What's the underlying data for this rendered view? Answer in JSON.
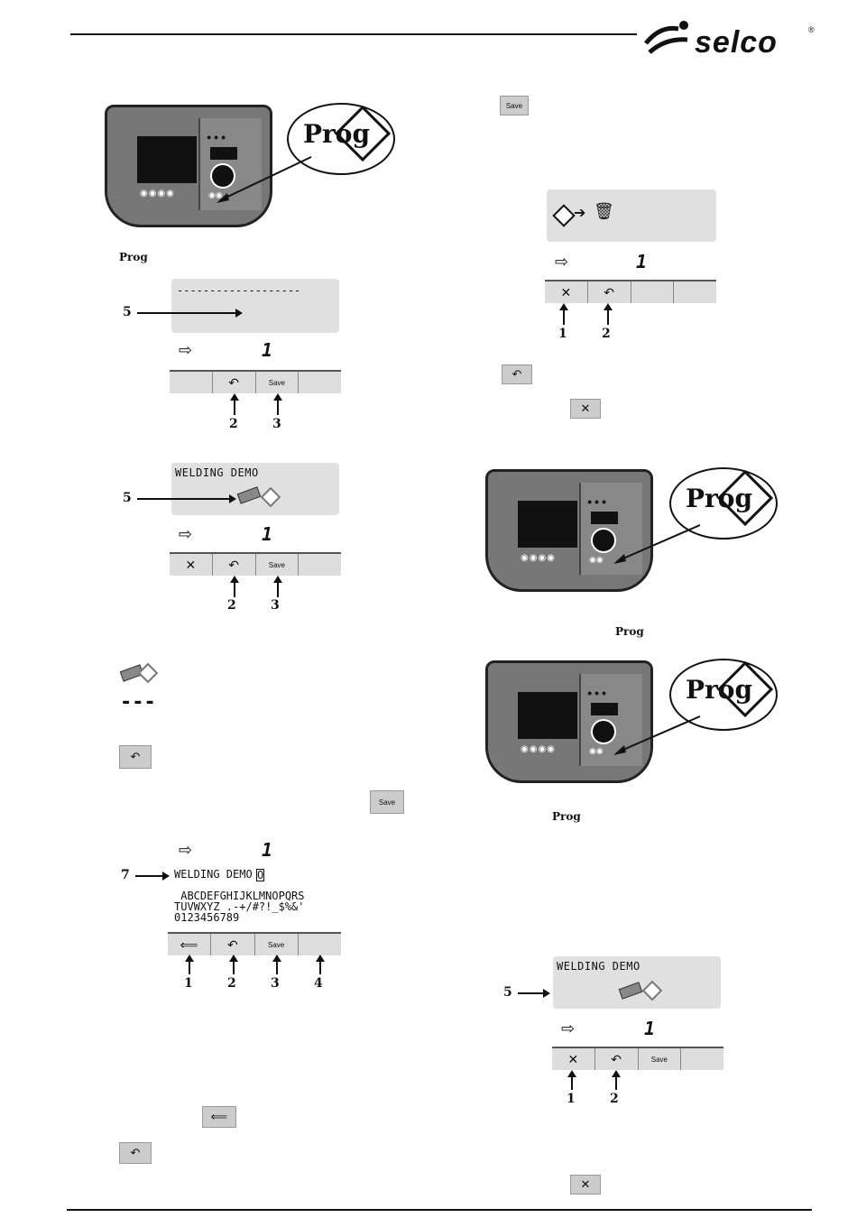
{
  "header": {
    "brand": "selco",
    "registered": "®"
  },
  "labels": {
    "prog": "Prog",
    "save": "Save",
    "dashes_line": "-------------------",
    "dashes_short": "---",
    "welding_demo": "WELDING DEMO",
    "edit_name": "WELDING DEMO",
    "edit_cursor": "O",
    "charset_line1": " ABCDEFGHIJKLMNOPQRS",
    "charset_line2": "TUVWXYZ .-+/#?!_$%&'",
    "charset_line3": "0123456789",
    "seg_value": "1"
  },
  "callouts": {
    "n1": "1",
    "n2": "2",
    "n3": "3",
    "n4": "4",
    "n5": "5",
    "n7": "7"
  },
  "icons": {
    "enter": "⇨",
    "back": "↶",
    "cancel": "✕",
    "left_arrow": "⟸",
    "trash": "🗑"
  }
}
